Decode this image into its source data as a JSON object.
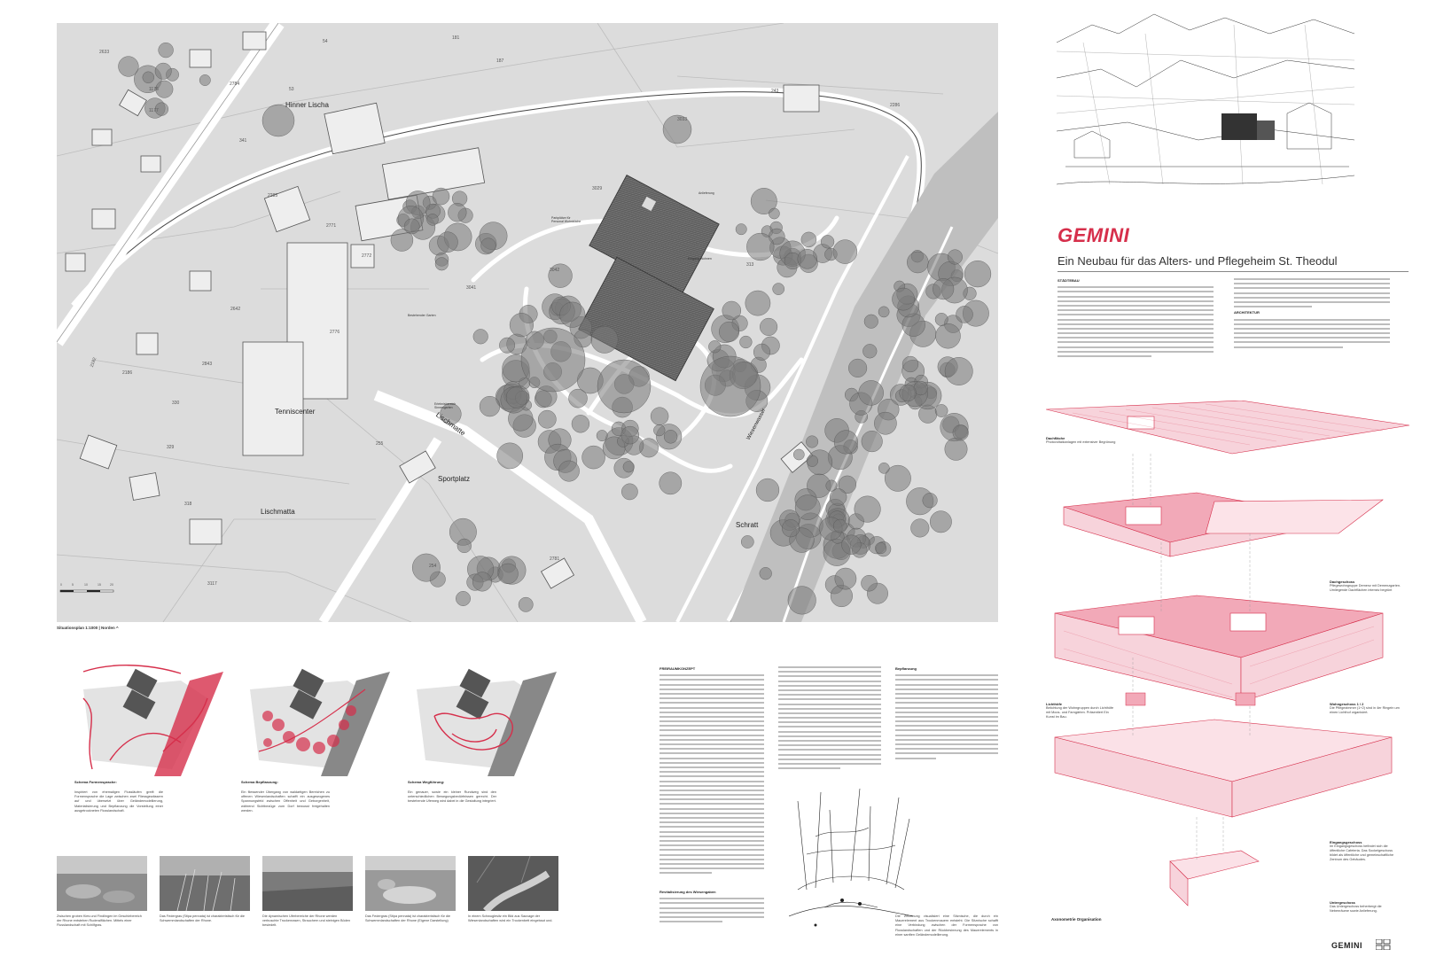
{
  "colors": {
    "accent": "#d62f4b",
    "plan_bg": "#dcdcdc",
    "tree": "#7a7a7a",
    "roof": "#666666",
    "pink": "#e8748c"
  },
  "plan": {
    "caption": "Situationsplan 1:1000 | Norden ^",
    "labels": {
      "hinner": "Hinner Lischa",
      "tenniscenter": "Tenniscenter",
      "sportplatz": "Sportplatz",
      "lischmatta": "Lischmatta",
      "lischmatte_road": "Lischmatte",
      "wiesenwasser": "Wiesenwasser",
      "schratt": "Schratt"
    },
    "parcels": {
      "p1177": "1177",
      "p1176": "1176",
      "p2633": "2633",
      "p2784": "2784",
      "p54": "54",
      "p53": "53",
      "p181": "181",
      "p187": "187",
      "p243": "243",
      "p2286": "2286",
      "p3033": "3033",
      "p341": "341",
      "p2285": "2285",
      "p2771": "2771",
      "p2772": "2772",
      "p2642": "2642",
      "p2776": "2776",
      "p2843": "2843",
      "p2186": "2186",
      "p330": "330",
      "p329": "329",
      "p255": "255",
      "p318": "318",
      "p254": "254",
      "p2781": "2781",
      "p3117": "3117",
      "p2182": "2182",
      "p3041": "3041",
      "p3042": "3042",
      "p3029": "3029",
      "p313": "313"
    },
    "notes": {
      "n1": "Parkplätze für Personal Wohnküche",
      "n2": "Anlieferung",
      "n3": "Eingang Wohnen",
      "n4": "Bestehender Garten",
      "n5": "Erlebnisbereich Sinnesgarten"
    },
    "scale": [
      "0",
      "5",
      "10",
      "15",
      "20"
    ]
  },
  "header": {
    "title": "GEMINI",
    "subtitle": "Ein Neubau für das Alters- und Pflegeheim St. Theodul"
  },
  "columns": {
    "staedtebau": "STÄDTEBAU",
    "architektur": "ARCHITEKTUR",
    "freiraum": "FREIRAUMKONZEPT",
    "bepflanzung": "Bepflanzung",
    "revitalisierung": "Revitalisierung des Wiesengaben"
  },
  "schemes": [
    {
      "title": "Schema Formensprache:",
      "text": "Inspiriert von ehemaligen Flussläufen greift die Formensprache die Lage zwischen zwei Fliessgewässern auf und übersetzt über Geländemodellierung, Materialisierung und Bepflanzung die Vorstellung einer ausgetrockneten Flusslandschaft."
    },
    {
      "title": "Schema Bepflanzung:",
      "text": "Ein fliessender Übergang von waldartigen Bereichen zu offenen Wiesenlandschaften schafft ein ausgewogenes Spannungsfeld zwischen Offenheit und Geborgenheit, während Sichtbezüge zum Dorf bewusst freigehalten werden."
    },
    {
      "title": "Schema Wegführung:",
      "text": "Ein genauer, sowie ein kleiner Rundweg sind den unterschiedlichen Bewegungsbedürfnissen gerecht. Der bestehende Uferweg wird dabei in die Gestaltung integriert."
    }
  ],
  "photos": [
    {
      "caption": "Zwischen groben Kies und Findlingen im Geschiebereich der Rhone entstehen Ruderalflächen. Mittels einer Flusslandschaft mit Schilfgras."
    },
    {
      "caption": "Das Federgras (Stipa pennata) ist charakteristisch für die Schwemmlandschaften der Rhone."
    },
    {
      "caption": "Die dynamischen Uferbereiche der Rhone werden verbuschte Trockenrasen, Strauchern und steinigen Böden besiedelt."
    },
    {
      "caption": "Das Federgras (Stipa pennata) ist charakteristisch für die Schwemmlandschaften der Rhone (Eigene Darstellung)"
    },
    {
      "caption": "In einem Schwuglesitz ein Bild aus Sauvage der Wiesenlandschaften wird ein Trockenbett eingebaut und."
    }
  ],
  "riparian_caption": "Die Zeichnung visualisiert eine Sitznische, die durch ein Mauerelement aus Trockenmauern entsteht. Die Sitznische schafft eine Verbindung zwischen der Formensprache von Flusslandschaften und der Rückbesinnung des Mauerelements in einer sanften Geländemodellierung.",
  "axo": {
    "title": "Axonometrie Organisation",
    "dach": {
      "h": "Dachfläche",
      "t": "Photovoltaikanlagen mit extensiver Begrünung"
    },
    "ober": {
      "h": "Dachgeschoss",
      "t": "Pflegewohngruppe Demenz mit Demenzgarten. Umliegende Dachflächen intensiv begrünt"
    },
    "licht": {
      "h": "Lichthöfe",
      "t": "Belichtung der Wohngruppen durch Lichthöfe mit Moos- und Farngärten. Präsentiert Ein Kunst im Bau."
    },
    "wohn": {
      "h": "Wohngeschoss 1 / 2",
      "t": "Die Pflegezimmer (1+2) sind in 4er Ringeln um einen Lichthof organisiert."
    },
    "eingang": {
      "h": "Eingangsgeschoss",
      "t": "Im Eingangsgeschoss befindet sich die öffentliche Cafeteria. Das Sockelgeschoss bildet als öffentliche und gemeinschaftliche Zentrum des Gebäudes."
    },
    "unter": {
      "h": "Untergeschoss",
      "t": "Das Untergeschoss beherbergt die Nebenräume sowie Anlieferung."
    }
  },
  "footer": {
    "logo": "GEMINI"
  }
}
